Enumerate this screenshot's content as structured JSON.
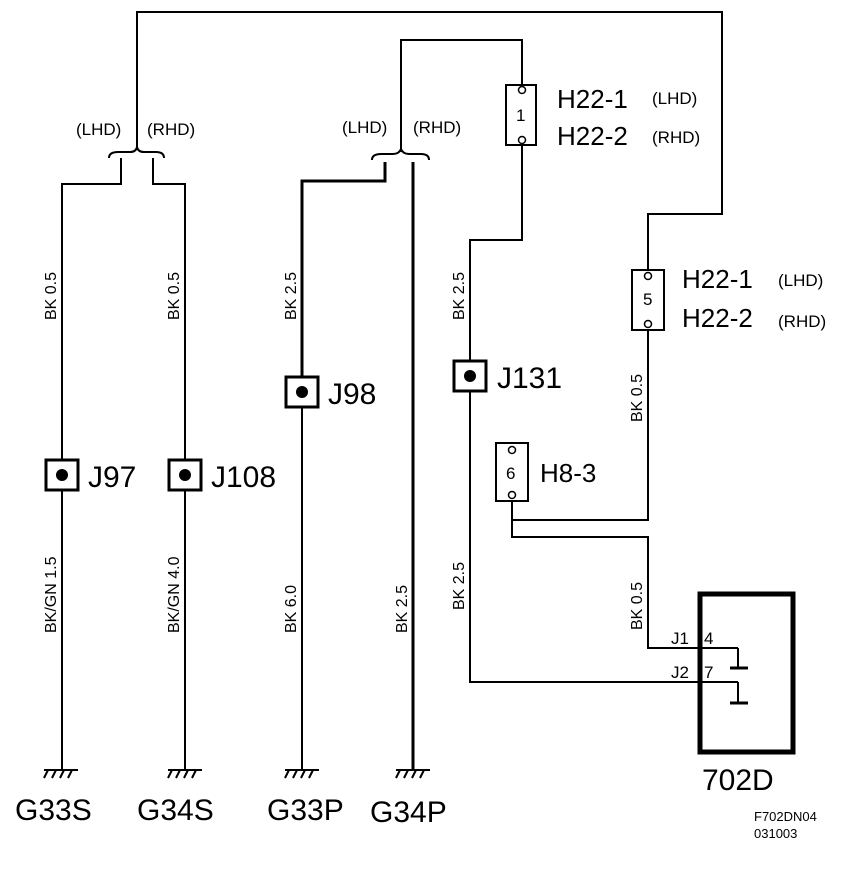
{
  "branches": {
    "left_lhd": "(LHD)",
    "left_rhd": "(RHD)",
    "mid_lhd": "(LHD)",
    "mid_rhd": "(RHD)"
  },
  "wires": {
    "w1_top": "BK  0.5",
    "w1_bot": "BK/GN 1.5",
    "w2_top": "BK  0.5",
    "w2_bot": "BK/GN 4.0",
    "w3_top": "BK  2.5",
    "w3_bot": "BK  6.0",
    "w4_bot": "BK  2.5",
    "w5_top": "BK  2.5",
    "w5_bot": "BK  2.5",
    "w6_top": "BK  0.5",
    "w6_bot": "BK  0.5"
  },
  "junctions": {
    "j97": "J97",
    "j108": "J108",
    "j98": "J98",
    "j131": "J131"
  },
  "connectors": {
    "h22_top_pin": "1",
    "h22_top_line1": "H22-1",
    "h22_top_line1_note": "(LHD)",
    "h22_top_line2": "H22-2",
    "h22_top_line2_note": "(RHD)",
    "h22_right_pin": "5",
    "h22_right_line1": "H22-1",
    "h22_right_line1_note": "(LHD)",
    "h22_right_line2": "H22-2",
    "h22_right_line2_note": "(RHD)",
    "h8_pin": "6",
    "h8_label": "H8-3"
  },
  "component": {
    "name": "702D",
    "pin1_label": "J1",
    "pin1_num": "4",
    "pin2_label": "J2",
    "pin2_num": "7"
  },
  "grounds": {
    "g33s": "G33S",
    "g34s": "G34S",
    "g33p": "G33P",
    "g34p": "G34P"
  },
  "figure": {
    "code": "F702DN04",
    "date": "031003"
  }
}
